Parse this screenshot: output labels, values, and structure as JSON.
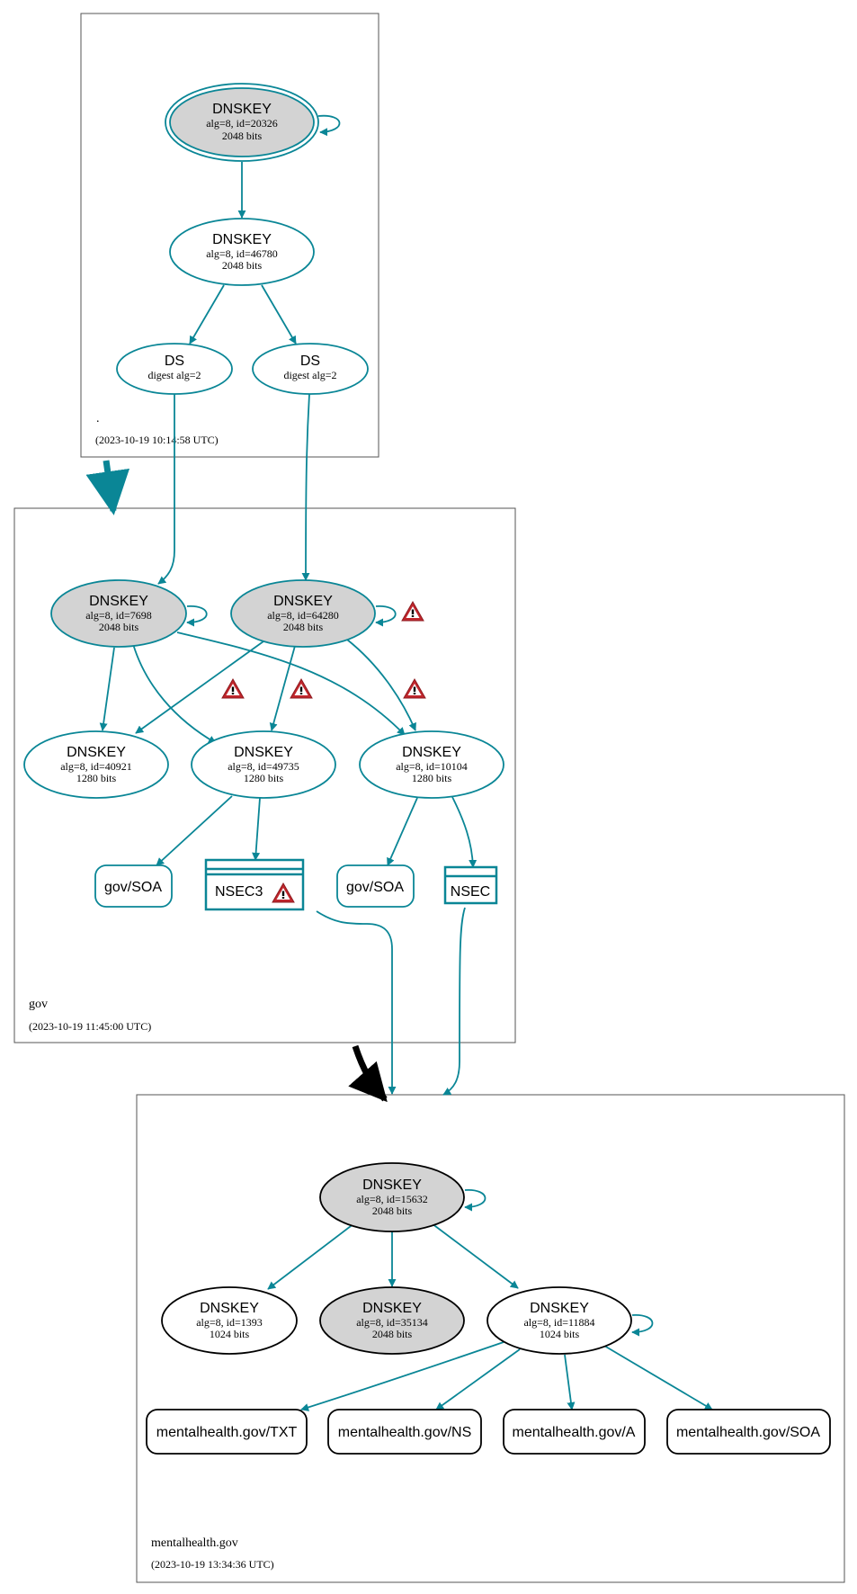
{
  "colors": {
    "teal": "#0a8696",
    "black": "#000000",
    "key_fill": "#d3d3d3",
    "warning_red": "#c0262c"
  },
  "icons": {
    "warning": "warning-icon"
  },
  "zones": {
    "root": {
      "name": ".",
      "timestamp": "(2023-10-19 10:14:58 UTC)"
    },
    "gov": {
      "name": "gov",
      "timestamp": "(2023-10-19 11:45:00 UTC)"
    },
    "mentalhealth": {
      "name": "mentalhealth.gov",
      "timestamp": "(2023-10-19 13:34:36 UTC)"
    }
  },
  "nodes": {
    "root_ksk": {
      "title": "DNSKEY",
      "sub1": "alg=8, id=20326",
      "sub2": "2048 bits"
    },
    "root_zsk": {
      "title": "DNSKEY",
      "sub1": "alg=8, id=46780",
      "sub2": "2048 bits"
    },
    "ds1": {
      "title": "DS",
      "sub1": "digest alg=2"
    },
    "ds2": {
      "title": "DS",
      "sub1": "digest alg=2"
    },
    "gov_ksk1": {
      "title": "DNSKEY",
      "sub1": "alg=8, id=7698",
      "sub2": "2048 bits"
    },
    "gov_ksk2": {
      "title": "DNSKEY",
      "sub1": "alg=8, id=64280",
      "sub2": "2048 bits"
    },
    "gov_zsk1": {
      "title": "DNSKEY",
      "sub1": "alg=8, id=40921",
      "sub2": "1280 bits"
    },
    "gov_zsk2": {
      "title": "DNSKEY",
      "sub1": "alg=8, id=49735",
      "sub2": "1280 bits"
    },
    "gov_zsk3": {
      "title": "DNSKEY",
      "sub1": "alg=8, id=10104",
      "sub2": "1280 bits"
    },
    "gov_soa1": {
      "label": "gov/SOA"
    },
    "gov_soa2": {
      "label": "gov/SOA"
    },
    "nsec3": {
      "label": "NSEC3"
    },
    "nsec": {
      "label": "NSEC"
    },
    "mh_ksk": {
      "title": "DNSKEY",
      "sub1": "alg=8, id=15632",
      "sub2": "2048 bits"
    },
    "mh_key1393": {
      "title": "DNSKEY",
      "sub1": "alg=8, id=1393",
      "sub2": "1024 bits"
    },
    "mh_key35134": {
      "title": "DNSKEY",
      "sub1": "alg=8, id=35134",
      "sub2": "2048 bits"
    },
    "mh_zsk": {
      "title": "DNSKEY",
      "sub1": "alg=8, id=11884",
      "sub2": "1024 bits"
    },
    "mh_txt": {
      "label": "mentalhealth.gov/TXT"
    },
    "mh_ns": {
      "label": "mentalhealth.gov/NS"
    },
    "mh_a": {
      "label": "mentalhealth.gov/A"
    },
    "mh_soa": {
      "label": "mentalhealth.gov/SOA"
    }
  }
}
